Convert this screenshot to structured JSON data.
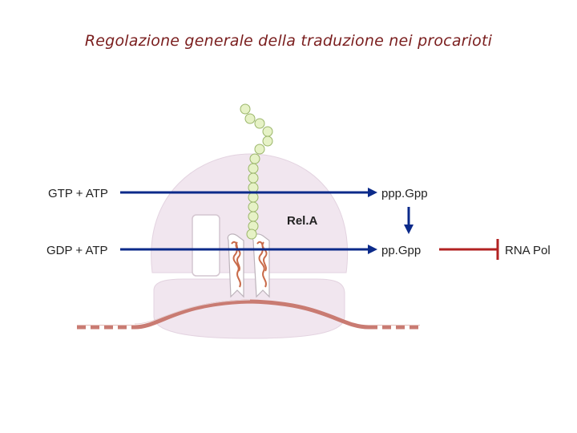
{
  "title": "Regolazione generale della traduzione nei procarioti",
  "labels": {
    "gtp_atp": "GTP + ATP",
    "gdp_atp": "GDP + ATP",
    "pppgpp": "ppp.Gpp",
    "ppgpp": "pp.Gpp",
    "rela": "Rel.A",
    "rna_pol": "RNA Pol"
  },
  "colors": {
    "title": "#7a1e1e",
    "arrow_blue": "#0b2a8a",
    "inhibit_red": "#b22222",
    "ribosome_pink": "#f1e6ef",
    "mrna": "#c97b72",
    "chain_bead": "#e6f2c6"
  }
}
